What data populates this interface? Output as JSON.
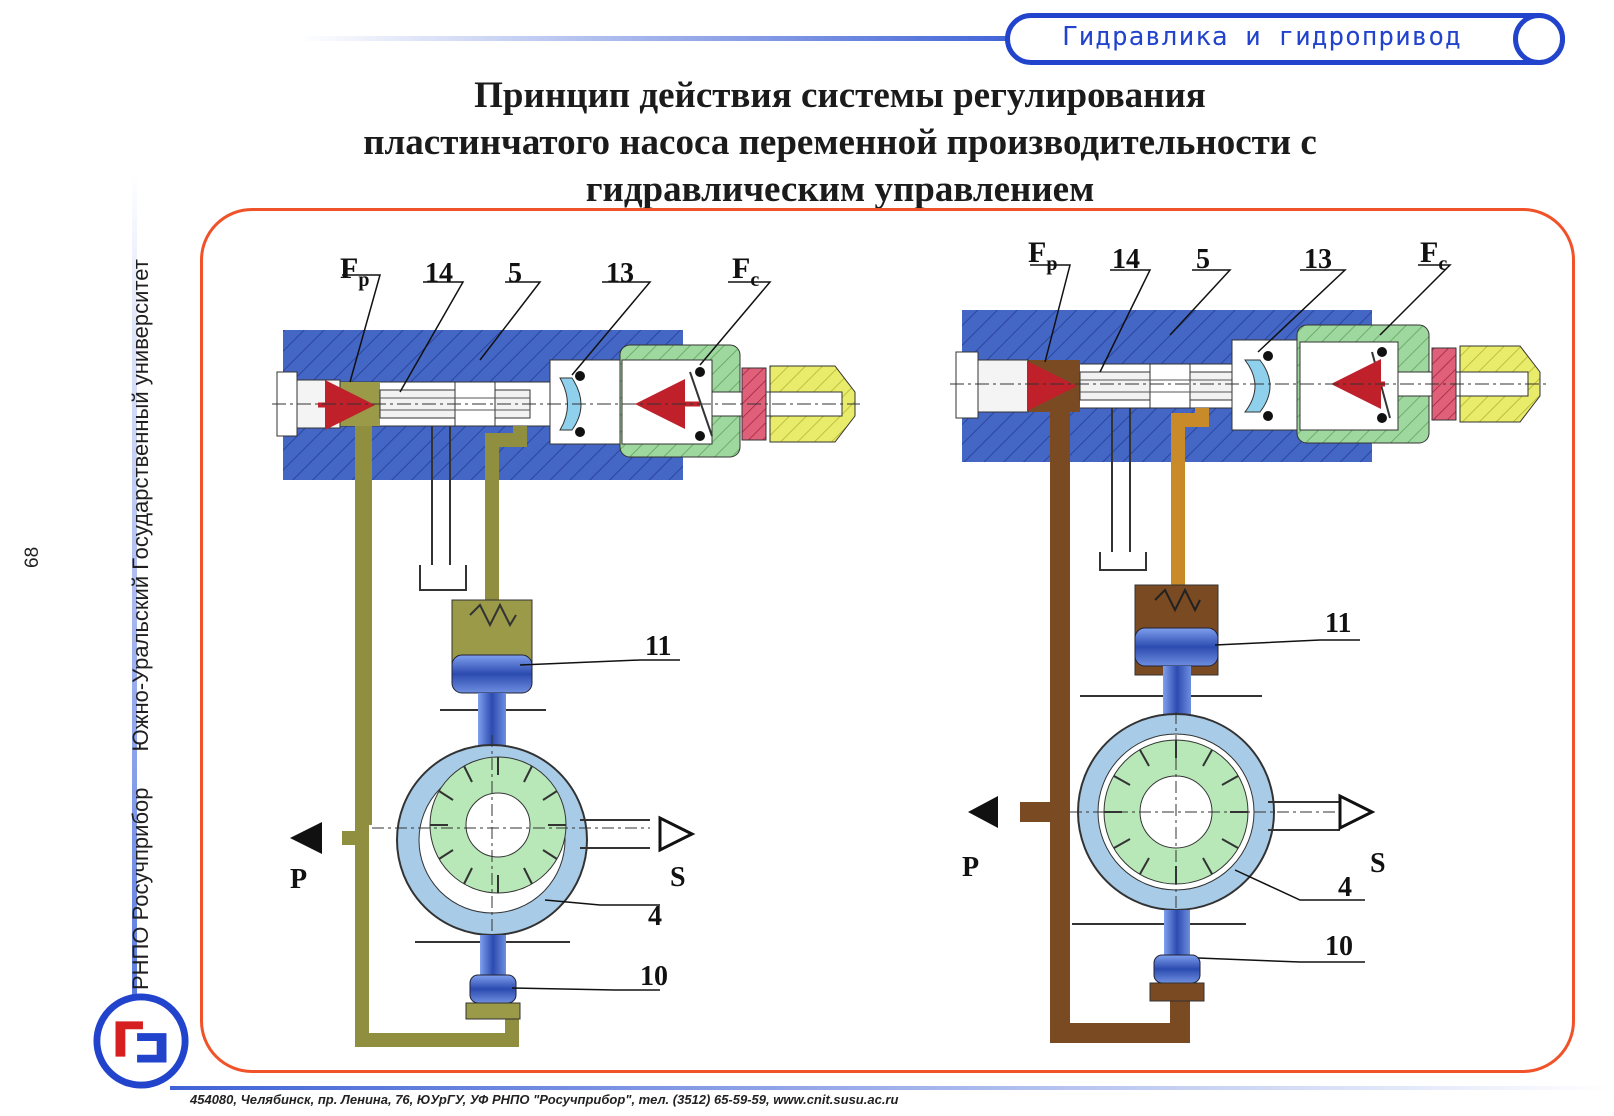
{
  "header": {
    "title": "Гидравлика и гидропривод"
  },
  "title": {
    "line1": "Принцип действия системы регулирования",
    "line2": "пластинчатого насоса переменной производительности с",
    "line3": "гидравлическим управлением"
  },
  "sidebar": {
    "org": "РНПО Росучприбор",
    "university": "Южно-Уральский Государственный университет",
    "page_number": "68"
  },
  "footer": {
    "address": "454080, Челябинск, пр. Ленина, 76, ЮУрГУ, УФ РНПО \"Росучприбор\", тел. (3512) 65-59-59, www.cnit.susu.ac.ru"
  },
  "diagram_left": {
    "labels": {
      "fp": "F",
      "fp_sub": "p",
      "n14": "14",
      "n5": "5",
      "n13": "13",
      "fc": "F",
      "fc_sub": "c",
      "n11": "11",
      "n4": "4",
      "n10": "10",
      "p": "P",
      "s": "S"
    },
    "colors": {
      "fluid": "#8f8f3f",
      "housing": "#3d5fbf",
      "piston": "#2d48a8",
      "ring": "#a8cce8",
      "rotor": "#b8e8b8"
    }
  },
  "diagram_right": {
    "labels": {
      "fp": "F",
      "fp_sub": "p",
      "n14": "14",
      "n5": "5",
      "n13": "13",
      "fc": "F",
      "fc_sub": "c",
      "n11": "11",
      "n4": "4",
      "n10": "10",
      "p": "P",
      "s": "S"
    },
    "colors": {
      "fluid": "#7a4a22",
      "fluid_pilot": "#c98b2a",
      "housing": "#3d5fbf",
      "piston": "#2d48a8",
      "ring": "#a8cce8",
      "rotor": "#b8e8b8"
    }
  }
}
